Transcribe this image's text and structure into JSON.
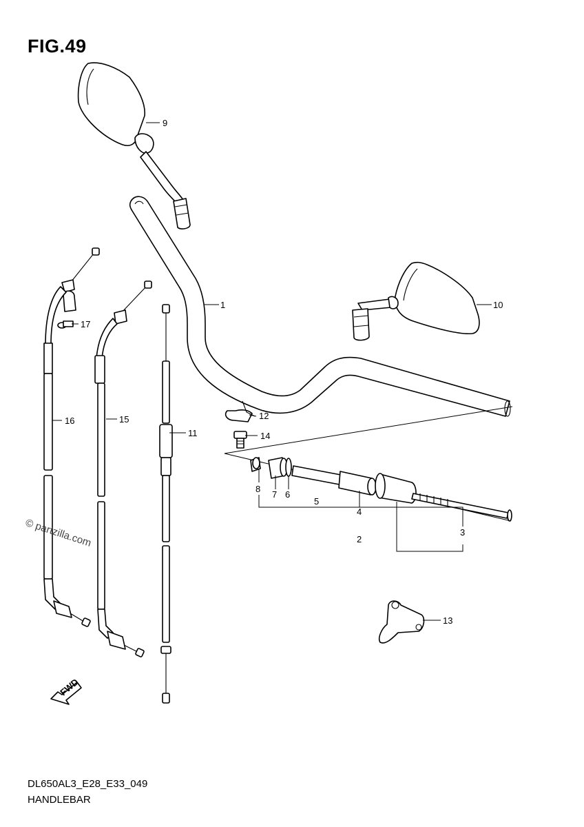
{
  "figure_title": "FIG.49",
  "model_code": "DL650AL3_E28_E33_049",
  "section_name": "HANDLEBAR",
  "watermark": "© partzilla.com",
  "fwd_label": "FWD",
  "callouts": [
    "1",
    "2",
    "3",
    "4",
    "5",
    "6",
    "7",
    "8",
    "9",
    "10",
    "11",
    "12",
    "13",
    "14",
    "15",
    "16",
    "17"
  ]
}
